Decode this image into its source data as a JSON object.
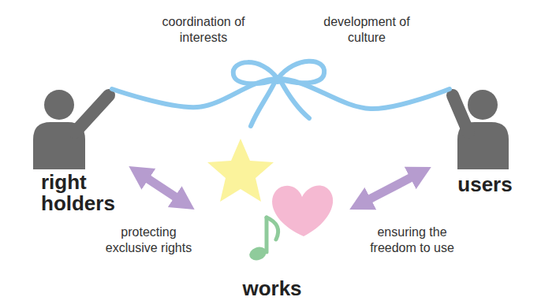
{
  "diagram": {
    "nodes": [
      {
        "text": [
          "right holders"
        ]
      },
      {
        "text": [
          "users"
        ]
      },
      {
        "text": [
          "works"
        ]
      }
    ],
    "edges": [
      {
        "from": 0,
        "to": 1,
        "arrow": "none"
      },
      {
        "from": 0,
        "to": 2,
        "label": "protecting exclusive rights",
        "arrow": "both"
      },
      {
        "from": 2,
        "to": 1,
        "label": "ensuring the freedom to use",
        "arrow": "both"
      }
    ],
    "labels": [
      "coordination of interests",
      "development of culture"
    ]
  }
}
